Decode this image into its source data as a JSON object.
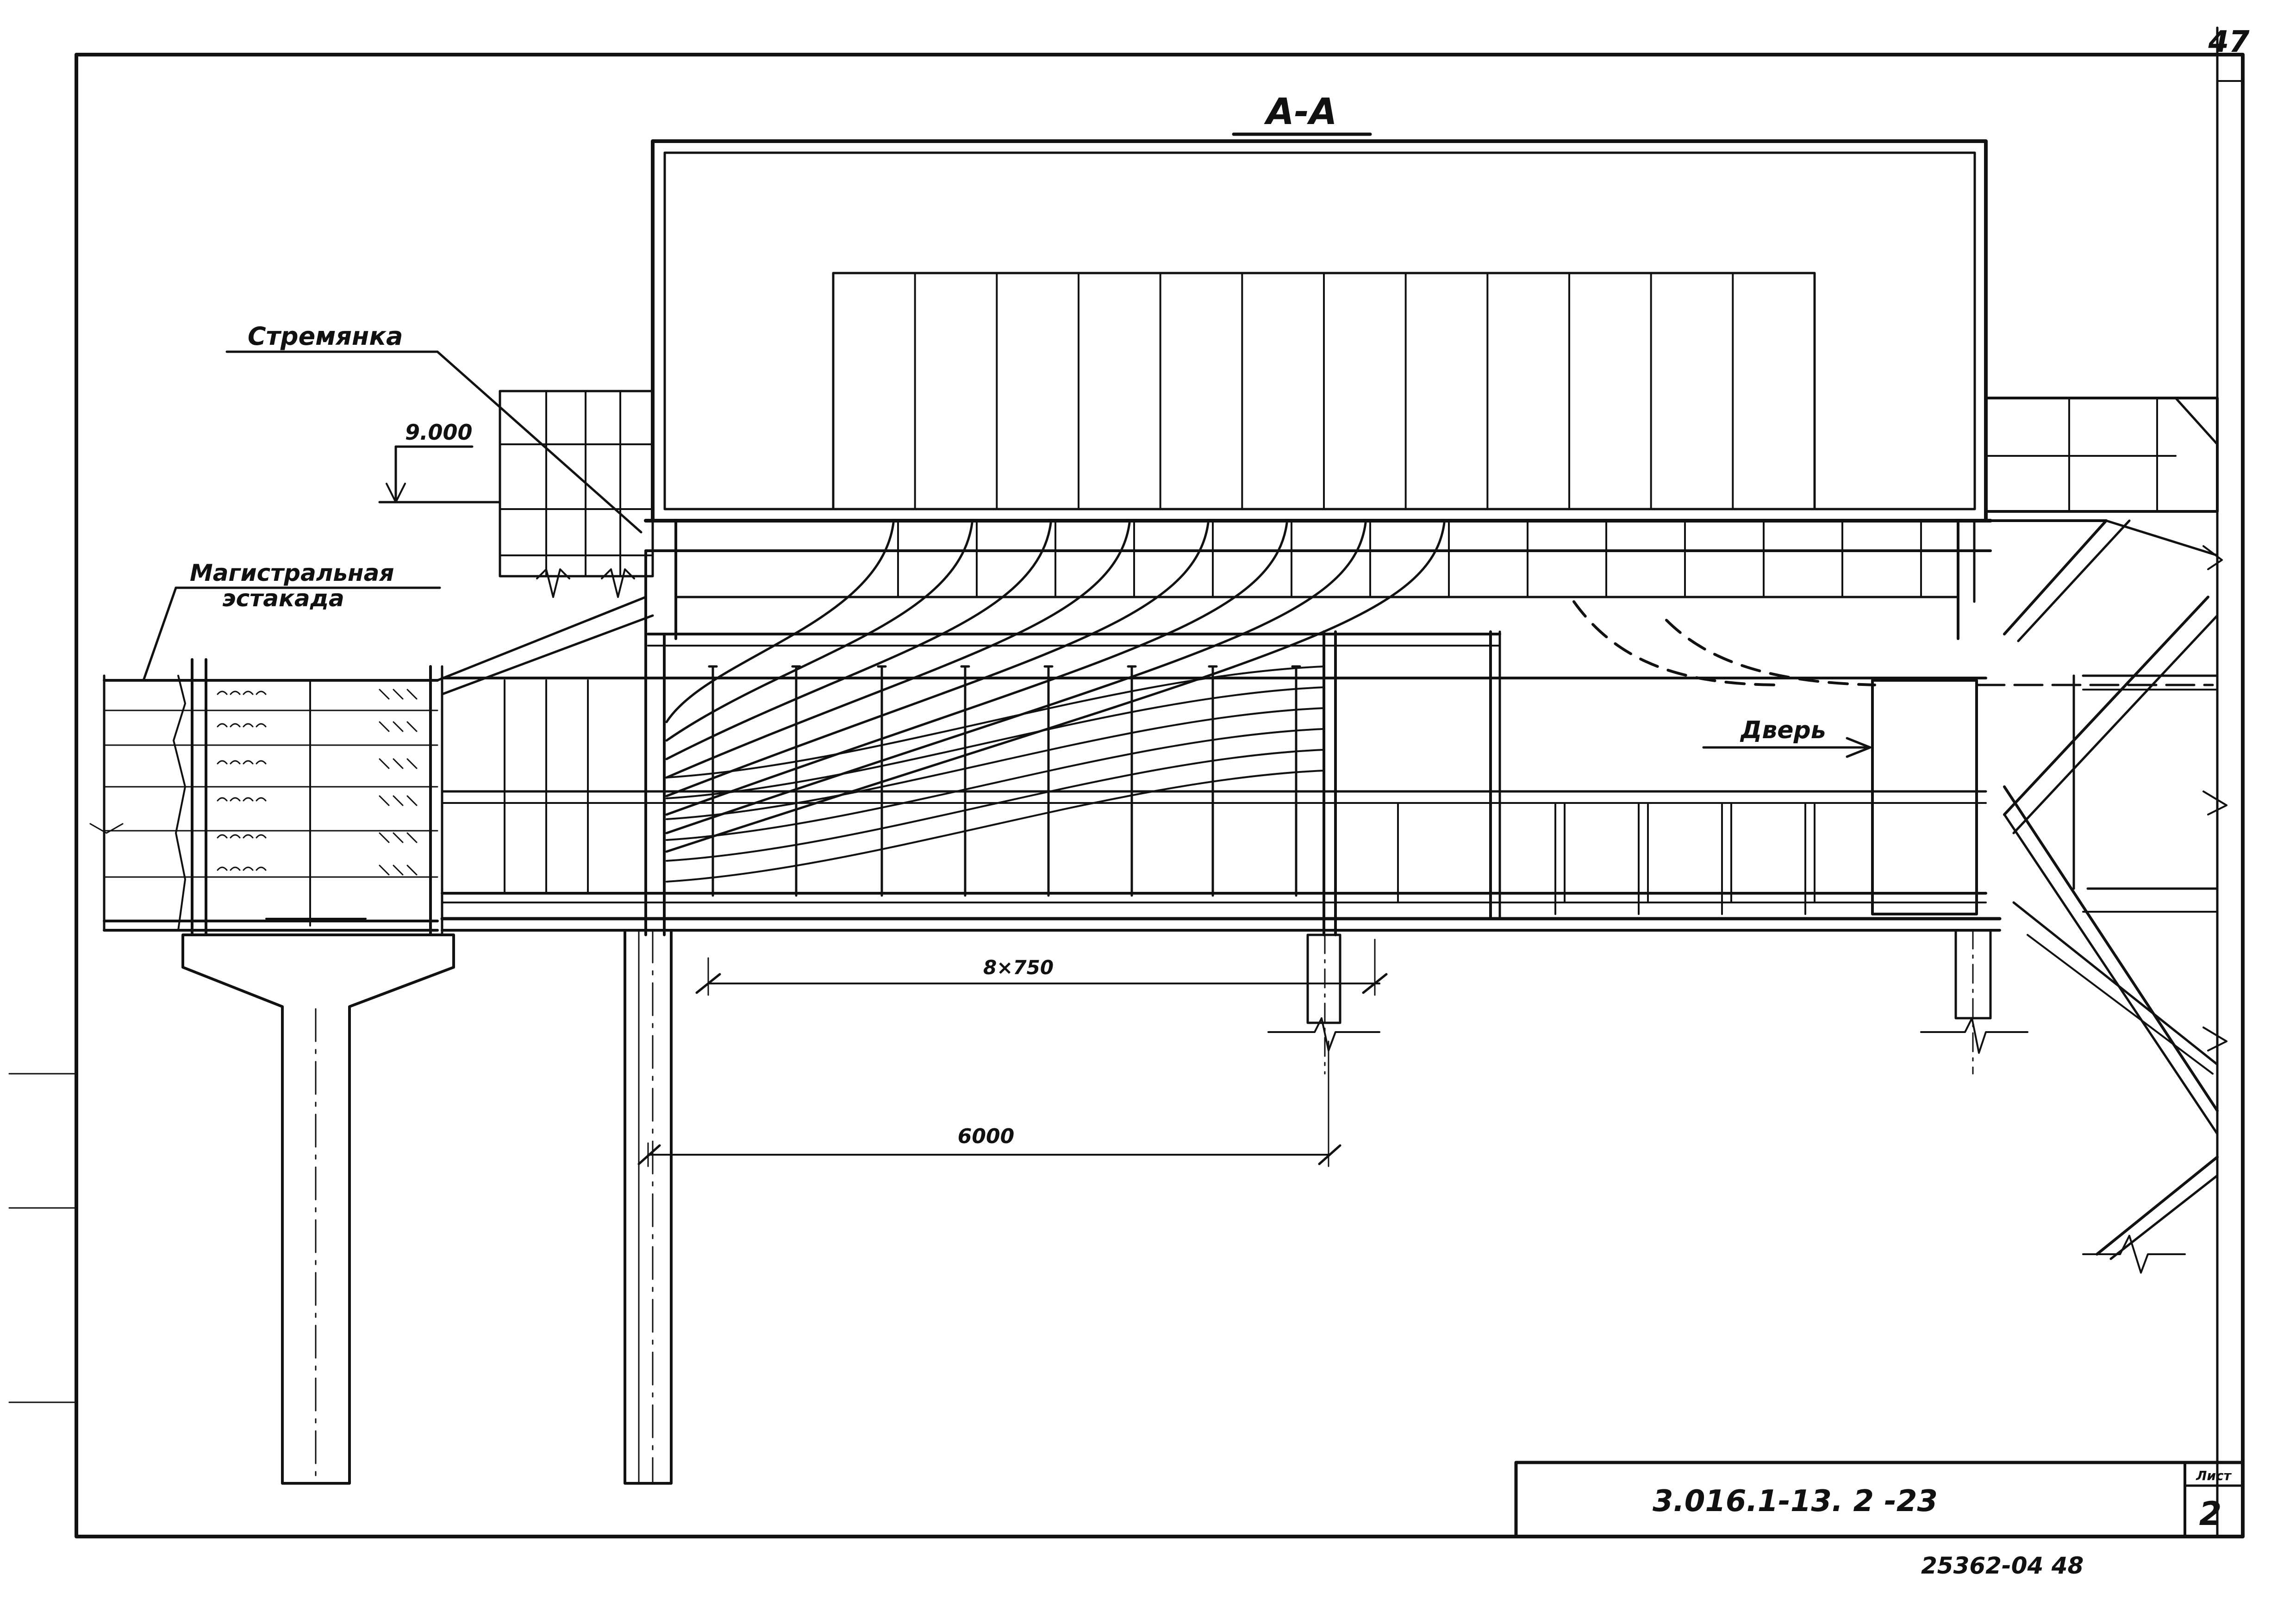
{
  "sheet_number_corner": "47",
  "section_title": "А-А",
  "labels": {
    "ladder": "Стремянка",
    "elevation": "9.000",
    "trestle_line1": "Магистральная",
    "trestle_line2": "эстакада",
    "door": "Дверь"
  },
  "dimensions": {
    "spacing": "8×750",
    "span": "6000"
  },
  "title_block": {
    "document_code": "3.016.1-13. 2 -23",
    "sheet_label": "Лист",
    "sheet_number": "2"
  },
  "archive_number": "25362-04  48"
}
